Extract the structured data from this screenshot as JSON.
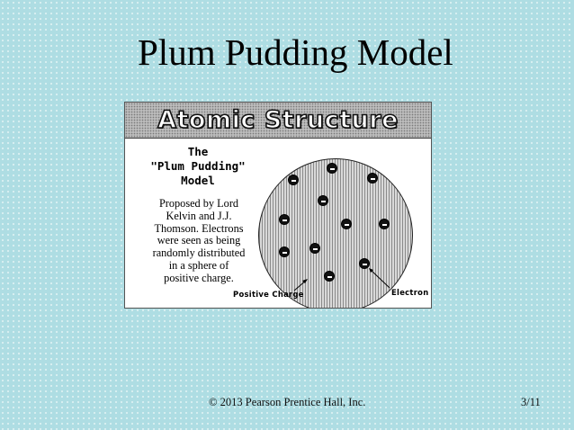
{
  "slide": {
    "title": "Plum Pudding Model",
    "page_number": "3/11"
  },
  "figure": {
    "banner": "Atomic Structure",
    "model_name": [
      "The",
      "\"Plum Pudding\"",
      "Model"
    ],
    "description": [
      "Proposed by Lord",
      "Kelvin and J.J.",
      "Thomson.  Electrons",
      "were seen as being",
      "randomly distributed",
      "in a sphere of",
      "positive charge."
    ],
    "positive_label": "Positive Charge",
    "electron_label": "Electron"
  },
  "footer": {
    "copyright": "© 2013 Pearson Prentice Hall, Inc."
  }
}
